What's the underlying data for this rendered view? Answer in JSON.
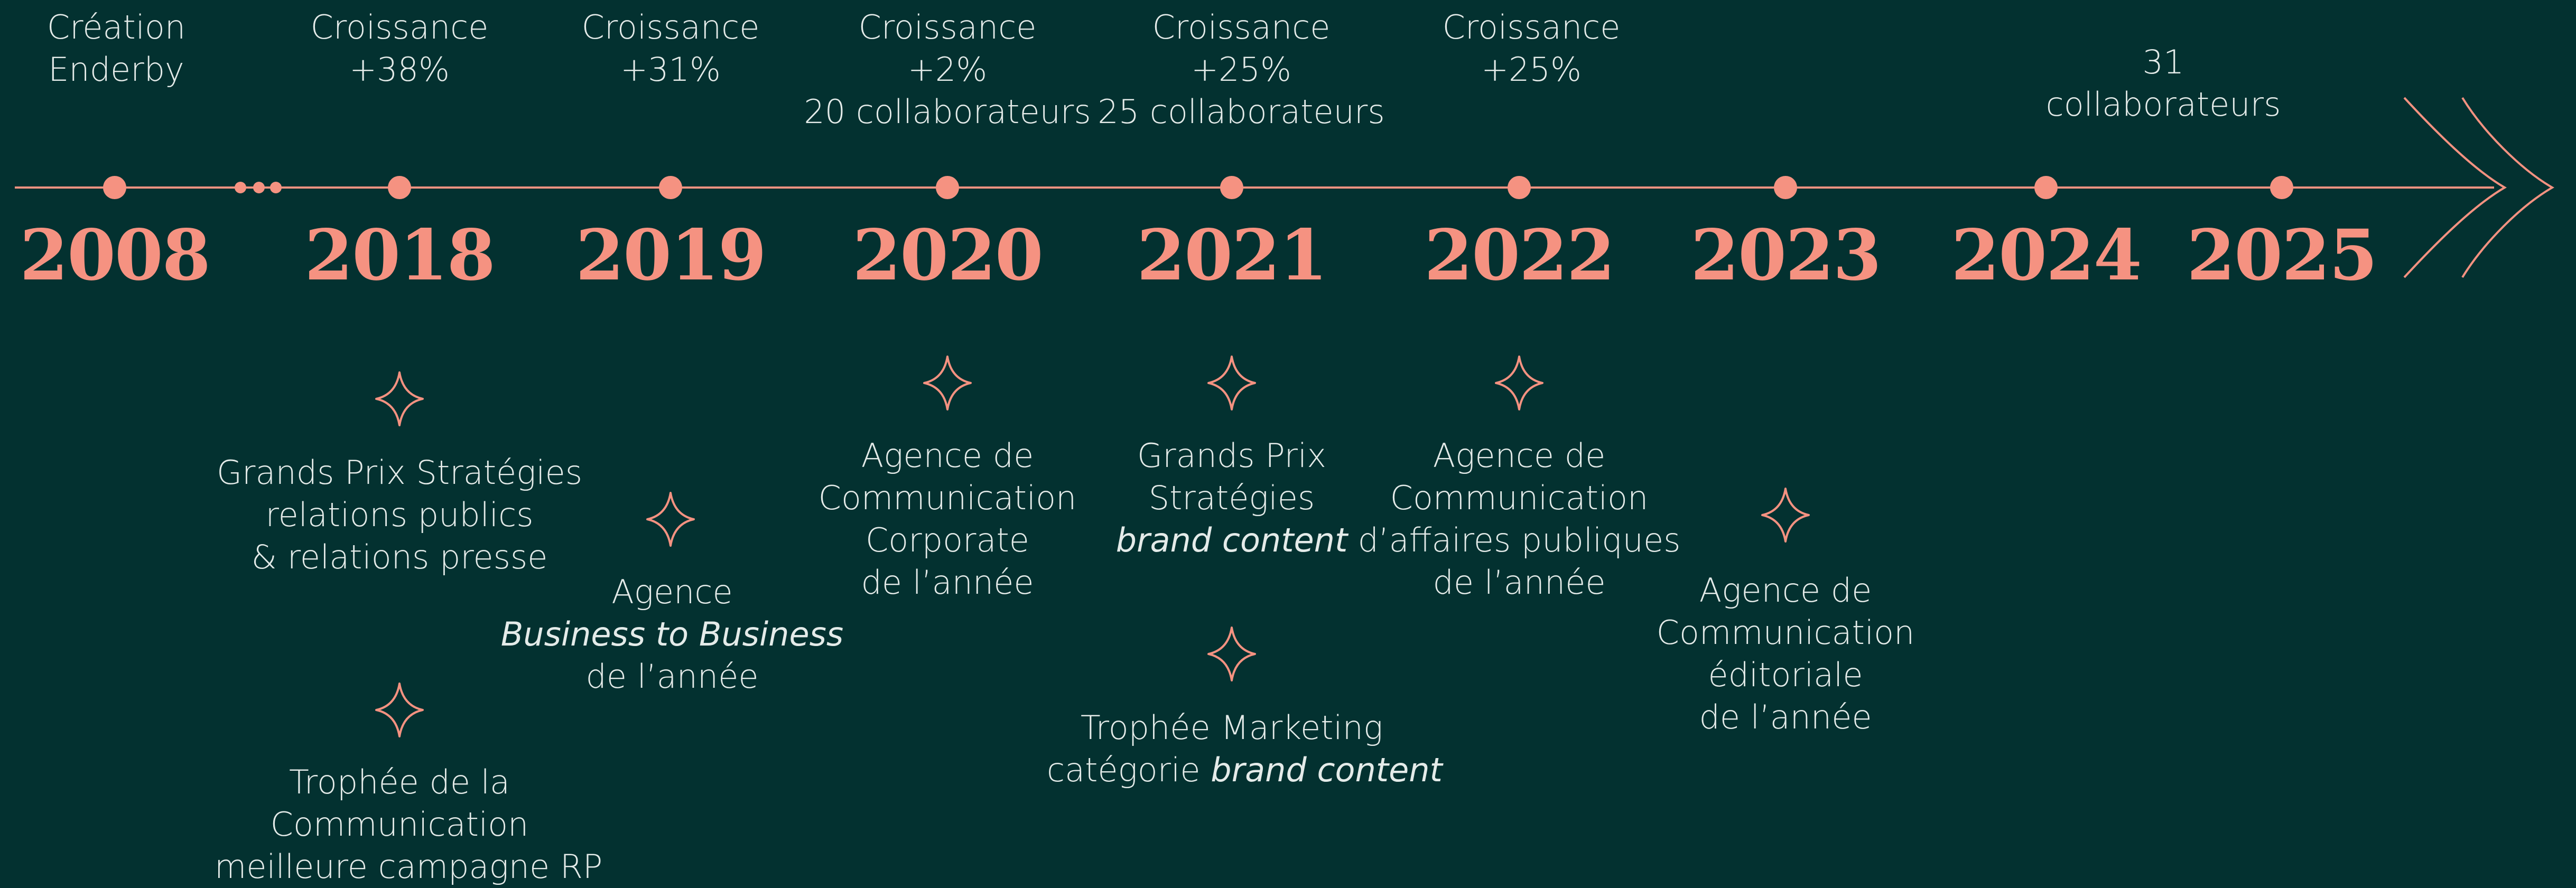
{
  "colors": {
    "background": "#033130",
    "accent": "#f59281",
    "text": "#e4ebe9"
  },
  "timeline": {
    "years": [
      "2008",
      "2018",
      "2019",
      "2020",
      "2021",
      "2022",
      "2023",
      "2024",
      "2025"
    ],
    "top_labels": {
      "y2008": [
        "Création",
        "Enderby"
      ],
      "y2018": [
        "Croissance",
        "+38%"
      ],
      "y2019": [
        "Croissance",
        "+31%"
      ],
      "y2020": [
        "Croissance",
        "+2%",
        "20 collaborateurs"
      ],
      "y2021": [
        "Croissance",
        "+25%",
        "25 collaborateurs"
      ],
      "y2022": [
        "Croissance",
        "+25%"
      ],
      "y2025": [
        "31",
        "collaborateurs"
      ]
    },
    "awards": {
      "a2018_1": [
        "Grands Prix Stratégies",
        "relations publics",
        "& relations presse"
      ],
      "a2018_2": [
        "Trophée de la",
        "Communication",
        "meilleure campagne RP"
      ],
      "a2019": [
        "Agence",
        "Business to Business",
        "de l’année"
      ],
      "a2020": [
        "Agence de",
        "Communication",
        "Corporate",
        "de l’année"
      ],
      "a2021_1": [
        "Grands Prix",
        "Stratégies",
        "brand content"
      ],
      "a2021_2_l1": "Trophée Marketing",
      "a2021_2_l2a": "catégorie ",
      "a2021_2_l2b": "brand content",
      "a2022": [
        "Agence de",
        "Communication",
        "d’affaires publiques",
        "de l’année"
      ],
      "a2023": [
        "Agence de",
        "Communication",
        "éditoriale",
        "de l’année"
      ]
    },
    "icons": {
      "award_marker": "four-point-star-outline",
      "year_marker": "filled-dot",
      "gap_marker": "ellipsis-dots",
      "end_marker": "arrow-chevrons"
    }
  }
}
